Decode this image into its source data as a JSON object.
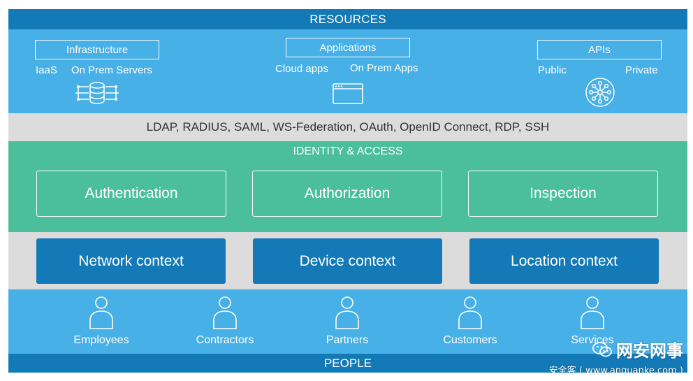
{
  "resources": {
    "title": "RESOURCES",
    "infrastructure": {
      "label": "Infrastructure",
      "items": [
        "IaaS",
        "On Prem Servers"
      ],
      "icon": "database-icon"
    },
    "applications": {
      "label": "Applications",
      "items": [
        "Cloud apps",
        "On Prem Apps"
      ],
      "icon": "browser-window-icon"
    },
    "apis": {
      "label": "APIs",
      "items": [
        "Public",
        "Private"
      ],
      "icon": "network-hub-icon"
    }
  },
  "protocols": "LDAP, RADIUS, SAML, WS-Federation, OAuth, OpenID Connect, RDP, SSH",
  "identity": {
    "title": "IDENTITY & ACCESS",
    "boxes": [
      "Authentication",
      "Authorization",
      "Inspection"
    ]
  },
  "context": [
    "Network context",
    "Device context",
    "Location context"
  ],
  "people": {
    "groups": [
      "Employees",
      "Contractors",
      "Partners",
      "Customers",
      "Services"
    ],
    "title": "PEOPLE",
    "icon": "person-icon"
  },
  "watermark": {
    "title": "网安网事",
    "subtitle": "安全客 ( www.anquanke.com )"
  },
  "colors": {
    "dark_blue": "#1379b7",
    "light_blue": "#47b0e6",
    "green": "#4bbf99",
    "gray": "#dcdcdc"
  }
}
